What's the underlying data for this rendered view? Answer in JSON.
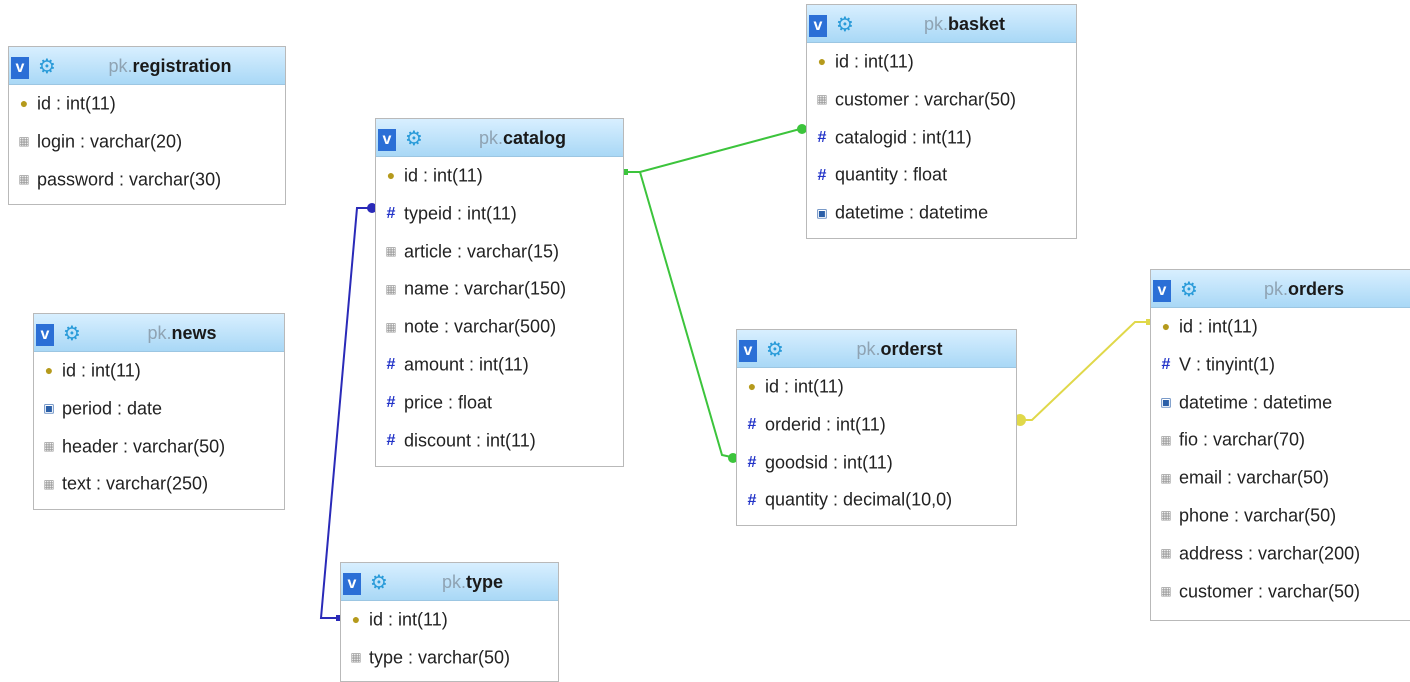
{
  "colors": {
    "catalog_basket_link": "#3cc43c",
    "catalog_orderst_link": "#3cc43c",
    "catalog_type_link": "#2a2ab8",
    "orderst_orders_link": "#e0d84a"
  },
  "tables": {
    "registration": {
      "db": "pk.",
      "name": "registration",
      "fields": [
        {
          "icon": "primary-key-icon",
          "text": "id : int(11)"
        },
        {
          "icon": "text-field-icon",
          "text": "login : varchar(20)"
        },
        {
          "icon": "text-field-icon",
          "text": "password : varchar(30)"
        }
      ]
    },
    "news": {
      "db": "pk.",
      "name": "news",
      "fields": [
        {
          "icon": "primary-key-icon",
          "text": "id : int(11)"
        },
        {
          "icon": "date-field-icon",
          "text": "period : date"
        },
        {
          "icon": "text-field-icon",
          "text": "header : varchar(50)"
        },
        {
          "icon": "text-field-icon",
          "text": "text : varchar(250)"
        }
      ]
    },
    "catalog": {
      "db": "pk.",
      "name": "catalog",
      "fields": [
        {
          "icon": "primary-key-icon",
          "text": "id : int(11)"
        },
        {
          "icon": "numeric-field-icon",
          "text": "typeid : int(11)"
        },
        {
          "icon": "text-field-icon",
          "text": "article : varchar(15)"
        },
        {
          "icon": "text-field-icon",
          "text": "name : varchar(150)"
        },
        {
          "icon": "text-field-icon",
          "text": "note : varchar(500)"
        },
        {
          "icon": "numeric-field-icon",
          "text": "amount : int(11)"
        },
        {
          "icon": "numeric-field-icon",
          "text": "price : float"
        },
        {
          "icon": "numeric-field-icon",
          "text": "discount : int(11)"
        }
      ]
    },
    "type": {
      "db": "pk.",
      "name": "type",
      "fields": [
        {
          "icon": "primary-key-icon",
          "text": "id : int(11)"
        },
        {
          "icon": "text-field-icon",
          "text": "type : varchar(50)"
        }
      ]
    },
    "basket": {
      "db": "pk.",
      "name": "basket",
      "fields": [
        {
          "icon": "primary-key-icon",
          "text": "id : int(11)"
        },
        {
          "icon": "text-field-icon",
          "text": "customer : varchar(50)"
        },
        {
          "icon": "numeric-field-icon",
          "text": "catalogid : int(11)"
        },
        {
          "icon": "numeric-field-icon",
          "text": "quantity : float"
        },
        {
          "icon": "date-field-icon",
          "text": "datetime : datetime"
        }
      ]
    },
    "orderst": {
      "db": "pk.",
      "name": "orderst",
      "fields": [
        {
          "icon": "primary-key-icon",
          "text": "id : int(11)"
        },
        {
          "icon": "numeric-field-icon",
          "text": "orderid : int(11)"
        },
        {
          "icon": "numeric-field-icon",
          "text": "goodsid : int(11)"
        },
        {
          "icon": "numeric-field-icon",
          "text": "quantity : decimal(10,0)"
        }
      ]
    },
    "orders": {
      "db": "pk.",
      "name": "orders",
      "fields": [
        {
          "icon": "primary-key-icon",
          "text": "id : int(11)"
        },
        {
          "icon": "numeric-field-icon",
          "text": "V : tinyint(1)"
        },
        {
          "icon": "date-field-icon",
          "text": "datetime : datetime"
        },
        {
          "icon": "text-field-icon",
          "text": "fio : varchar(70)"
        },
        {
          "icon": "text-field-icon",
          "text": "email : varchar(50)"
        },
        {
          "icon": "text-field-icon",
          "text": "phone : varchar(50)"
        },
        {
          "icon": "text-field-icon",
          "text": "address : varchar(200)"
        },
        {
          "icon": "text-field-icon",
          "text": "customer : varchar(50)"
        }
      ]
    }
  }
}
